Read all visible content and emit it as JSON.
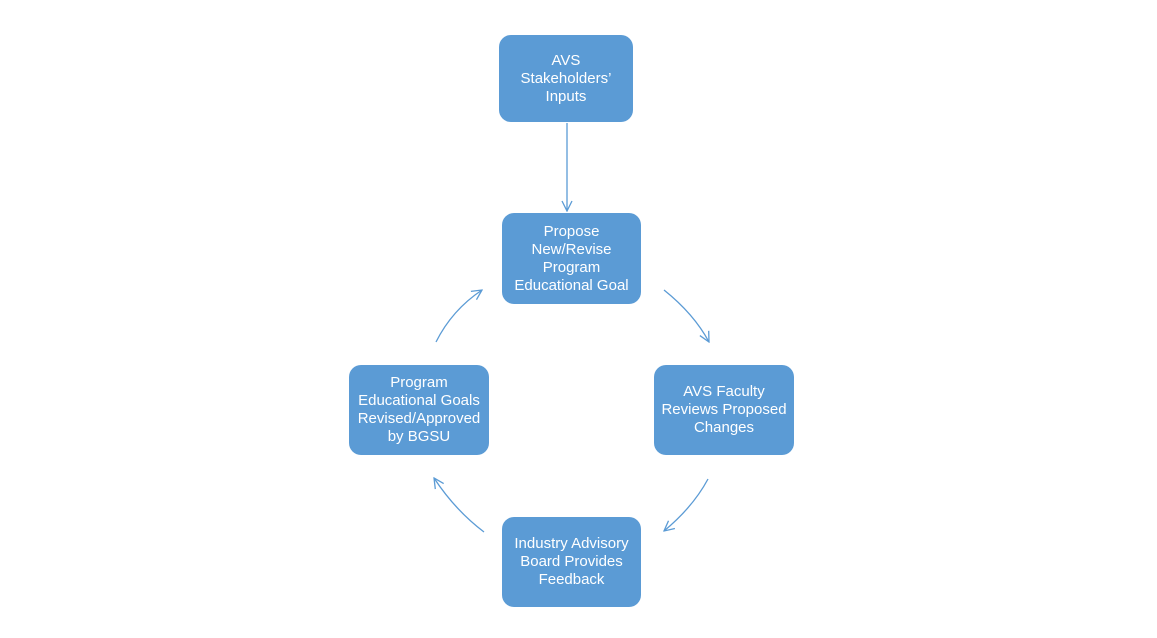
{
  "diagram": {
    "colors": {
      "node_fill": "#5b9bd5",
      "node_text": "#ffffff",
      "connector": "#5b9bd5",
      "background": "#ffffff"
    },
    "nodes": {
      "stakeholders": {
        "text": "AVS\nStakeholders’\nInputs"
      },
      "propose": {
        "text": "Propose\nNew/Revise\nProgram\nEducational Goal"
      },
      "faculty": {
        "text": "AVS Faculty\nReviews Proposed\nChanges"
      },
      "advisory": {
        "text": "Industry Advisory\nBoard Provides\nFeedback"
      },
      "bgsu": {
        "text": "Program\nEducational Goals\nRevised/Approved\nby BGSU"
      }
    },
    "edges": [
      {
        "from": "stakeholders",
        "to": "propose",
        "style": "straight-arrow"
      },
      {
        "from": "propose",
        "to": "faculty",
        "style": "curved-arrow"
      },
      {
        "from": "faculty",
        "to": "advisory",
        "style": "curved-arrow"
      },
      {
        "from": "advisory",
        "to": "bgsu",
        "style": "curved-arrow"
      },
      {
        "from": "bgsu",
        "to": "propose",
        "style": "curved-arrow"
      }
    ]
  }
}
